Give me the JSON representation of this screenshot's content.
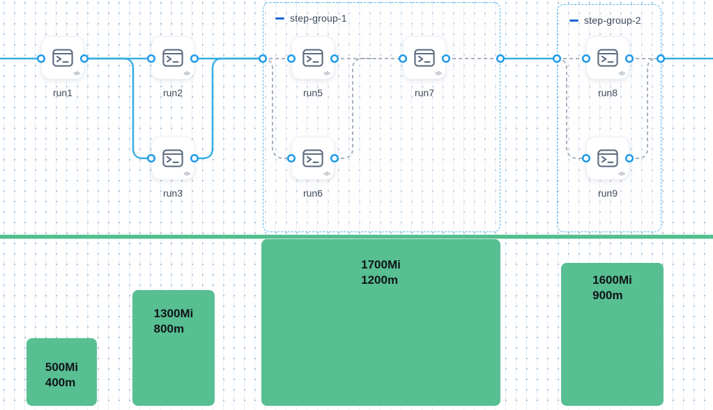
{
  "workflow": {
    "nodes": [
      {
        "id": "run1",
        "label": "run1"
      },
      {
        "id": "run2",
        "label": "run2"
      },
      {
        "id": "run3",
        "label": "run3"
      },
      {
        "id": "run5",
        "label": "run5"
      },
      {
        "id": "run6",
        "label": "run6"
      },
      {
        "id": "run7",
        "label": "run7"
      },
      {
        "id": "run8",
        "label": "run8"
      },
      {
        "id": "run9",
        "label": "run9"
      }
    ],
    "groups": [
      {
        "label": "step-group-1"
      },
      {
        "label": "step-group-2"
      }
    ],
    "code_badge": "</>",
    "icons": {
      "node": "terminal-icon",
      "badge": "code-icon",
      "group_collapse": "dash-icon",
      "port": "connection-port"
    }
  },
  "resources": {
    "bars": [
      {
        "memory": "500Mi",
        "cpu": "400m"
      },
      {
        "memory": "1300Mi",
        "cpu": "800m"
      },
      {
        "memory": "1700Mi",
        "cpu": "1200m"
      },
      {
        "memory": "1600Mi",
        "cpu": "900m"
      }
    ]
  },
  "colors": {
    "edge_active": "#36ade4",
    "edge_pending": "#a9afbb",
    "port_ring": "#1d9ae8",
    "group_border": "#55b5ec",
    "group_dash": "#1b63d6",
    "bar_fill": "#57bf92",
    "separator": "#53be8d"
  }
}
